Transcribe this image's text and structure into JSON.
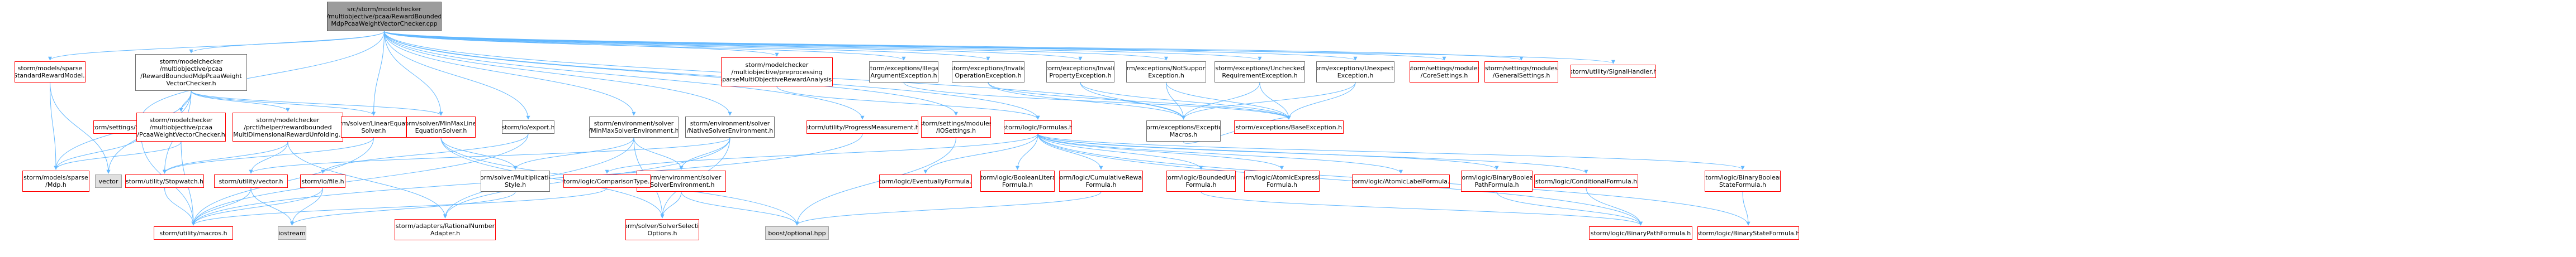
{
  "colors": {
    "edge": "#63b8ff",
    "red_border": "#ff0000",
    "root_fill": "#9c9c9c",
    "sys_fill": "#e0e0e0"
  },
  "nodes": [
    {
      "id": "root",
      "type": "root",
      "lines": [
        "src/storm/modelchecker",
        "/multiobjective/pcaa/RewardBounded",
        "MdpPcaaWeightVectorChecker.cpp"
      ]
    },
    {
      "id": "n1",
      "type": "red",
      "lines": [
        "storm/models/sparse",
        "/StandardRewardModel.h"
      ]
    },
    {
      "id": "n2",
      "type": "normal",
      "lines": [
        "storm/modelchecker",
        "/multiobjective/pcaa",
        "/RewardBoundedMdpPcaaWeight",
        "VectorChecker.h"
      ]
    },
    {
      "id": "n3",
      "type": "red",
      "lines": [
        "storm/settings/SettingsManager.h"
      ]
    },
    {
      "id": "n4",
      "type": "red",
      "lines": [
        "storm/modelchecker",
        "/multiobjective/pcaa",
        "/PcaaWeightVectorChecker.h"
      ]
    },
    {
      "id": "n5",
      "type": "red",
      "lines": [
        "storm/modelchecker",
        "/prctl/helper/rewardbounded",
        "/MultiDimensionalRewardUnfolding.h"
      ]
    },
    {
      "id": "n6",
      "type": "red",
      "lines": [
        "storm/solver/LinearEquation",
        "Solver.h"
      ]
    },
    {
      "id": "n7",
      "type": "red",
      "lines": [
        "storm/solver/MinMaxLinear",
        "EquationSolver.h"
      ]
    },
    {
      "id": "n8",
      "type": "normal",
      "lines": [
        "storm/io/export.h"
      ]
    },
    {
      "id": "n9",
      "type": "normal",
      "lines": [
        "storm/environment/solver",
        "/MinMaxSolverEnvironment.h"
      ]
    },
    {
      "id": "n10",
      "type": "normal",
      "lines": [
        "storm/environment/solver",
        "/NativeSolverEnvironment.h"
      ]
    },
    {
      "id": "n11",
      "type": "red",
      "lines": [
        "storm/modelchecker",
        "/multiobjective/preprocessing",
        "/SparseMultiObjectiveRewardAnalysis.h"
      ]
    },
    {
      "id": "n12",
      "type": "red",
      "lines": [
        "storm/utility/ProgressMeasurement.h"
      ]
    },
    {
      "id": "n13",
      "type": "red",
      "lines": [
        "storm/settings/modules",
        "/IOSettings.h"
      ]
    },
    {
      "id": "n14",
      "type": "normal",
      "lines": [
        "storm/exceptions/Illegal",
        "ArgumentException.h"
      ]
    },
    {
      "id": "n15",
      "type": "normal",
      "lines": [
        "storm/exceptions/Invalid",
        "OperationException.h"
      ]
    },
    {
      "id": "n16",
      "type": "normal",
      "lines": [
        "storm/exceptions/Invalid",
        "PropertyException.h"
      ]
    },
    {
      "id": "n17",
      "type": "normal",
      "lines": [
        "storm/exceptions/NotSupported",
        "Exception.h"
      ]
    },
    {
      "id": "n18",
      "type": "normal",
      "lines": [
        "storm/exceptions/Unchecked",
        "RequirementException.h"
      ]
    },
    {
      "id": "n19",
      "type": "normal",
      "lines": [
        "storm/exceptions/Unexpected",
        "Exception.h"
      ]
    },
    {
      "id": "n20",
      "type": "red",
      "lines": [
        "storm/settings/modules",
        "/CoreSettings.h"
      ]
    },
    {
      "id": "n21",
      "type": "red",
      "lines": [
        "storm/settings/modules",
        "/GeneralSettings.h"
      ]
    },
    {
      "id": "n22",
      "type": "red",
      "lines": [
        "storm/utility/SignalHandler.h"
      ]
    },
    {
      "id": "n23",
      "type": "red",
      "lines": [
        "storm/logic/Formulas.h"
      ]
    },
    {
      "id": "n24",
      "type": "normal",
      "lines": [
        "storm/exceptions/Exception",
        "Macros.h"
      ]
    },
    {
      "id": "n25",
      "type": "red",
      "lines": [
        "storm/exceptions/BaseException.h"
      ]
    },
    {
      "id": "n26",
      "type": "red",
      "lines": [
        "storm/models/sparse",
        "/Mdp.h"
      ]
    },
    {
      "id": "n27",
      "type": "sys",
      "lines": [
        "vector"
      ]
    },
    {
      "id": "n28",
      "type": "red",
      "lines": [
        "storm/utility/Stopwatch.h"
      ]
    },
    {
      "id": "n29",
      "type": "red",
      "lines": [
        "storm/utility/vector.h"
      ]
    },
    {
      "id": "n30",
      "type": "red",
      "lines": [
        "storm/io/file.h"
      ]
    },
    {
      "id": "n31",
      "type": "normal",
      "lines": [
        "storm/solver/Multiplication",
        "Style.h"
      ]
    },
    {
      "id": "n32",
      "type": "red",
      "lines": [
        "storm/environment/solver",
        "/SolverEnvironment.h"
      ]
    },
    {
      "id": "n33",
      "type": "red",
      "lines": [
        "storm/logic/ComparisonType.h"
      ]
    },
    {
      "id": "n34",
      "type": "sys",
      "lines": [
        "iostream"
      ]
    },
    {
      "id": "n35",
      "type": "red",
      "lines": [
        "storm/utility/macros.h"
      ]
    },
    {
      "id": "n36",
      "type": "red",
      "lines": [
        "storm/adapters/RationalNumber",
        "Adapter.h"
      ]
    },
    {
      "id": "n37",
      "type": "red",
      "lines": [
        "storm/solver/SolverSelection",
        "Options.h"
      ]
    },
    {
      "id": "n38",
      "type": "sys",
      "lines": [
        "boost/optional.hpp"
      ]
    },
    {
      "id": "n39",
      "type": "red",
      "lines": [
        "storm/logic/EventuallyFormula.h"
      ]
    },
    {
      "id": "n40",
      "type": "red",
      "lines": [
        "storm/logic/BooleanLiteral",
        "Formula.h"
      ]
    },
    {
      "id": "n41",
      "type": "red",
      "lines": [
        "storm/logic/CumulativeReward",
        "Formula.h"
      ]
    },
    {
      "id": "n42",
      "type": "red",
      "lines": [
        "storm/logic/BoundedUntil",
        "Formula.h"
      ]
    },
    {
      "id": "n43",
      "type": "red",
      "lines": [
        "storm/logic/AtomicExpression",
        "Formula.h"
      ]
    },
    {
      "id": "n44",
      "type": "red",
      "lines": [
        "storm/logic/AtomicLabelFormula.h"
      ]
    },
    {
      "id": "n45",
      "type": "red",
      "lines": [
        "storm/logic/BinaryBoolean",
        "PathFormula.h"
      ]
    },
    {
      "id": "n46",
      "type": "red",
      "lines": [
        "storm/logic/ConditionalFormula.h"
      ]
    },
    {
      "id": "n47",
      "type": "red",
      "lines": [
        "storm/logic/BinaryBoolean",
        "StateFormula.h"
      ]
    },
    {
      "id": "n48",
      "type": "red",
      "lines": [
        "storm/logic/BinaryPathFormula.h"
      ]
    },
    {
      "id": "n49",
      "type": "red",
      "lines": [
        "storm/logic/BinaryStateFormula.h"
      ]
    }
  ]
}
